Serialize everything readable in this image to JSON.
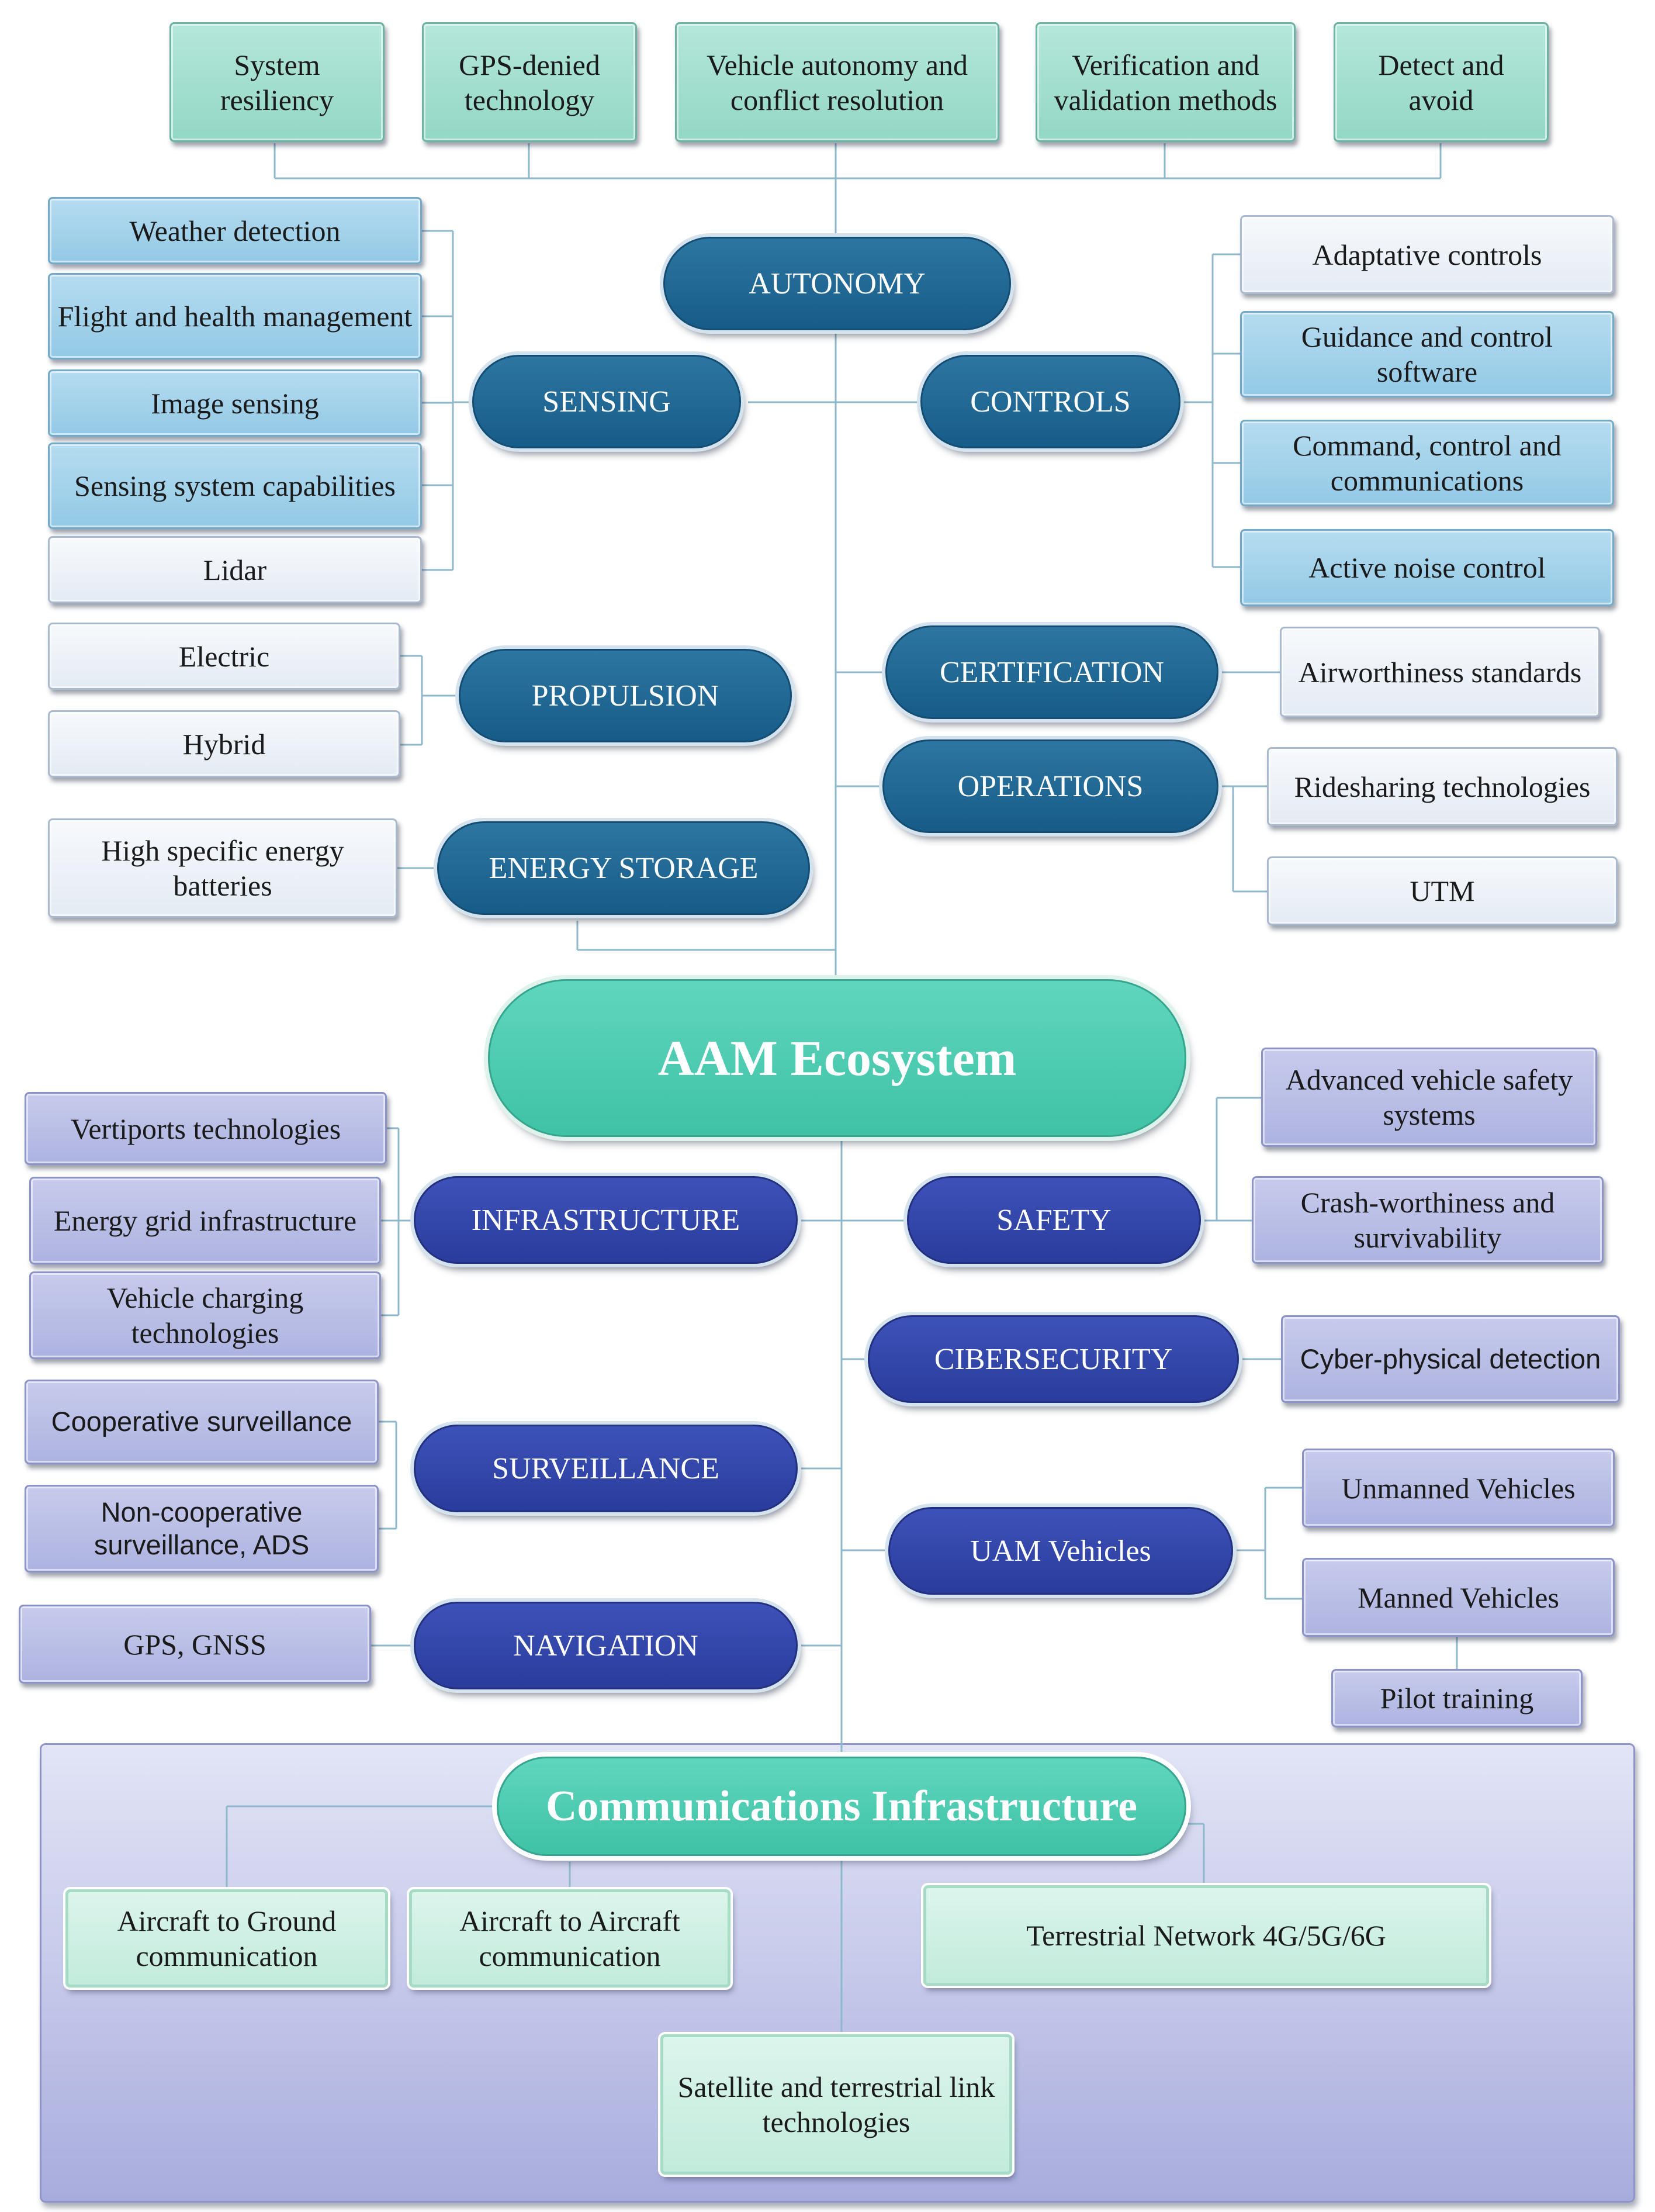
{
  "autonomy_branch": {
    "top_items": [
      "System resiliency",
      "GPS-denied technology",
      "Vehicle autonomy and conflict resolution",
      "Verification and validation methods",
      "Detect and avoid"
    ],
    "autonomy": "AUTONOMY",
    "sensing": {
      "label": "SENSING",
      "items": [
        "Weather detection",
        "Flight and health management",
        "Image sensing",
        "Sensing system capabilities",
        "Lidar"
      ]
    },
    "controls": {
      "label": "CONTROLS",
      "items": [
        "Adaptative controls",
        "Guidance and control software",
        "Command, control and communications",
        "Active noise control"
      ]
    },
    "propulsion": {
      "label": "PROPULSION",
      "items": [
        "Electric",
        "Hybrid"
      ]
    },
    "energy_storage": {
      "label": "ENERGY STORAGE",
      "items": [
        "High specific energy batteries"
      ]
    },
    "certification": {
      "label": "CERTIFICATION",
      "items": [
        "Airworthiness standards"
      ]
    },
    "operations": {
      "label": "OPERATIONS",
      "items": [
        "Ridesharing technologies",
        "UTM"
      ]
    }
  },
  "hub": {
    "label": "AAM Ecosystem"
  },
  "lower_branch": {
    "infrastructure": {
      "label": "INFRASTRUCTURE",
      "items": [
        "Vertiports technologies",
        "Energy grid infrastructure",
        "Vehicle charging technologies"
      ]
    },
    "surveillance": {
      "label": "SURVEILLANCE",
      "items": [
        "Cooperative surveillance",
        "Non-cooperative surveillance, ADS"
      ]
    },
    "navigation": {
      "label": "NAVIGATION",
      "items": [
        "GPS, GNSS"
      ]
    },
    "safety": {
      "label": "SAFETY",
      "items": [
        "Advanced vehicle safety systems",
        "Crash-worthiness and survivability"
      ]
    },
    "cybersecurity": {
      "label": "CIBERSECURITY",
      "items": [
        "Cyber-physical detection"
      ]
    },
    "uam_vehicles": {
      "label": "UAM Vehicles",
      "items": [
        "Unmanned Vehicles",
        "Manned Vehicles",
        "Pilot training"
      ]
    }
  },
  "communications": {
    "label": "Communications Infrastructure",
    "items": [
      "Aircraft to Ground communication",
      "Aircraft to Aircraft communication",
      "Terrestrial Network 4G/5G/6G",
      "Satellite and terrestrial link technologies"
    ]
  },
  "colors": {
    "teal_box": "#a5e0d0",
    "blue_box": "#a4d2eb",
    "pale_box": "#eef2f8",
    "lavender_box": "#b9bee6",
    "mint_box": "#cff0e4",
    "dark_pill": "#1f6794",
    "indigo_pill": "#3346ab",
    "hub_pill": "#4ccbb0"
  }
}
